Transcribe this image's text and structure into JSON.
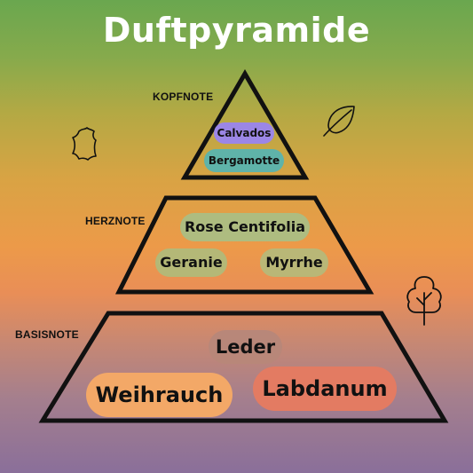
{
  "title": "Duftpyramide",
  "tiers": {
    "top": {
      "label": "KOPFNOTE",
      "notes": [
        "Calvados",
        "Bergamotte"
      ]
    },
    "middle": {
      "label": "HERZNOTE",
      "notes": [
        "Rose Centifolia",
        "Geranie",
        "Myrrhe"
      ]
    },
    "base": {
      "label": "BASISNOTE",
      "notes": [
        "Leder",
        "Weihrauch",
        "Labdanum"
      ]
    }
  },
  "note_colors": {
    "Calvados": "#9b86e6",
    "Bergamotte": "#5fb3a9",
    "Rose Centifolia": "#aebc80",
    "Geranie": "#b4b877",
    "Myrrhe": "#b9b777",
    "Leder": "#b88779",
    "Weihrauch": "#f3a867",
    "Labdanum": "#e37b62"
  },
  "icons": [
    "leather-hide-icon",
    "leaf-icon",
    "tree-icon"
  ]
}
